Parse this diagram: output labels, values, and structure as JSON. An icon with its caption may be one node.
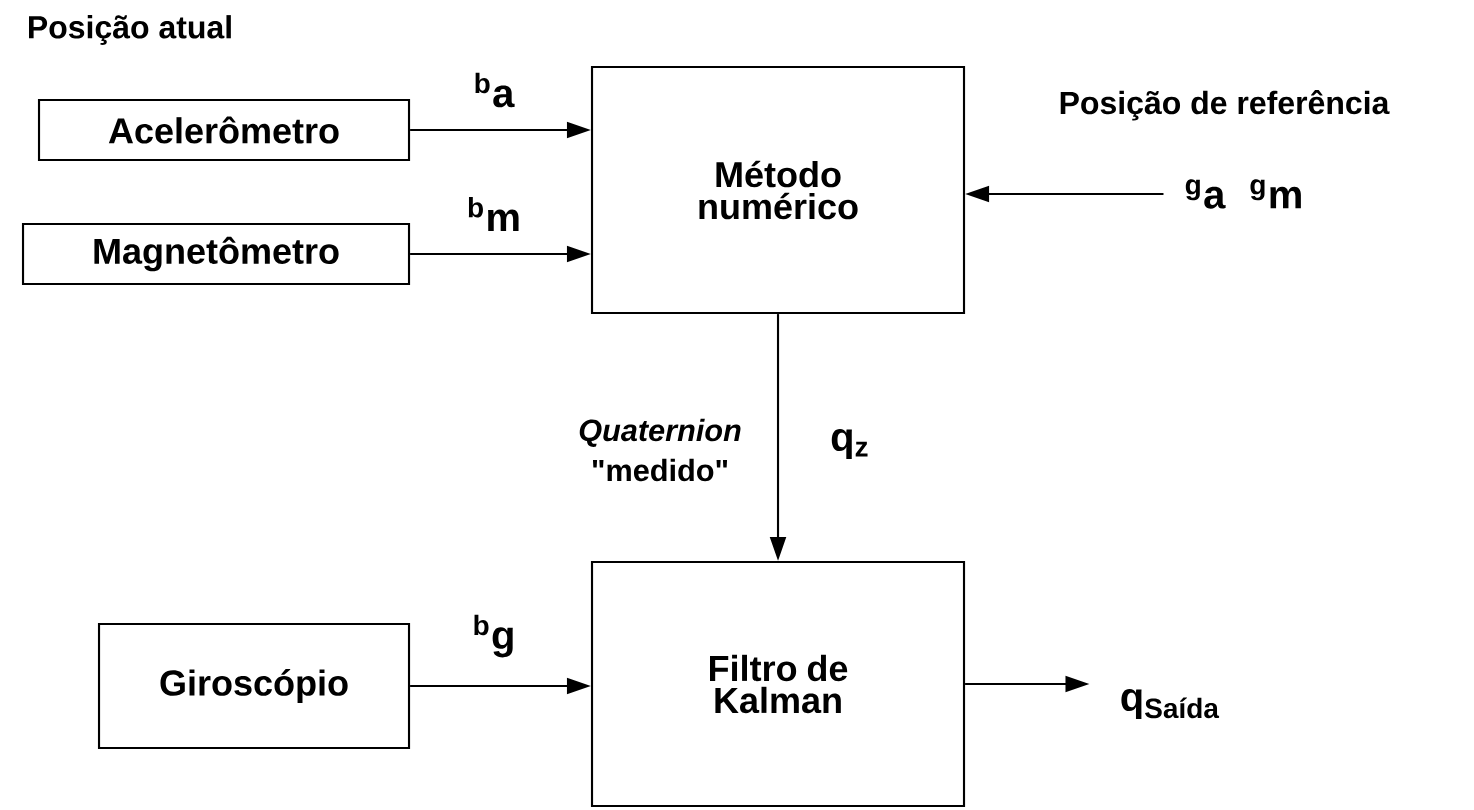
{
  "diagram": {
    "nodes": [
      {
        "text": [
          "Acelerômetro"
        ]
      },
      {
        "text": [
          "Magnetômetro"
        ]
      },
      {
        "text": [
          "Método numérico"
        ]
      },
      {
        "text": [
          "Giroscópio"
        ]
      },
      {
        "text": [
          "Filtro de Kalman"
        ]
      },
      {
        "text": [
          "$^{g}$a",
          "$^{g}$m"
        ],
        "beside": [
          "Posição de referência"
        ]
      },
      {
        "text": [
          "q$_{Saída}$"
        ]
      }
    ],
    "edges": [
      {
        "from": 0,
        "to": 2,
        "arrow": "to",
        "label": "$^{b}$a"
      },
      {
        "from": 1,
        "to": 2,
        "arrow": "to",
        "label": "$^{b}$m"
      },
      {
        "from": 5,
        "to": 2,
        "arrow": "to"
      },
      {
        "from": 2,
        "to": 4,
        "arrow": "to",
        "label": "q$_{z}$"
      },
      {
        "from": 3,
        "to": 4,
        "arrow": "to",
        "label": "$^{b}$g"
      },
      {
        "from": 4,
        "to": 6,
        "arrow": "to"
      }
    ],
    "labels": [
      "Posição atual",
      "*Quaternion* \"medido\""
    ]
  }
}
